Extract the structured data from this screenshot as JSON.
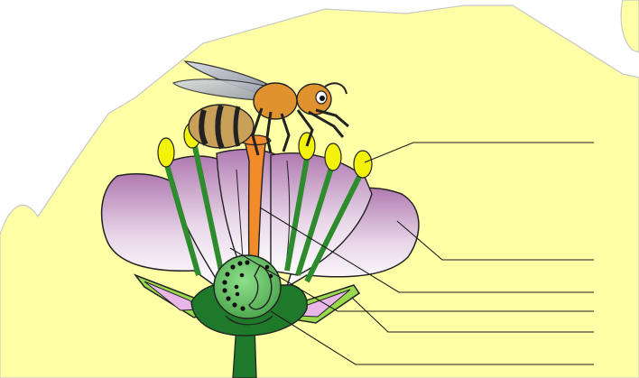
{
  "diagram": {
    "background_color": "#FFFFA6",
    "leader_color": "#1a1a1a",
    "labels": [
      {
        "id": "anther",
        "text": ""
      },
      {
        "id": "petal",
        "text": ""
      },
      {
        "id": "style",
        "text": ""
      },
      {
        "id": "ovule",
        "text": ""
      },
      {
        "id": "sepal",
        "text": ""
      },
      {
        "id": "receptacle",
        "text": ""
      }
    ],
    "parts": {
      "petal_color": "#C89BC6",
      "stamen_filament_color": "#2E8B2E",
      "anther_color": "#F2F20A",
      "carpel_color": "#F28C2A",
      "ovary_color": "#6CC46C",
      "receptacle_color": "#1E7A2A",
      "sepal_color": "#9AD94E"
    }
  }
}
